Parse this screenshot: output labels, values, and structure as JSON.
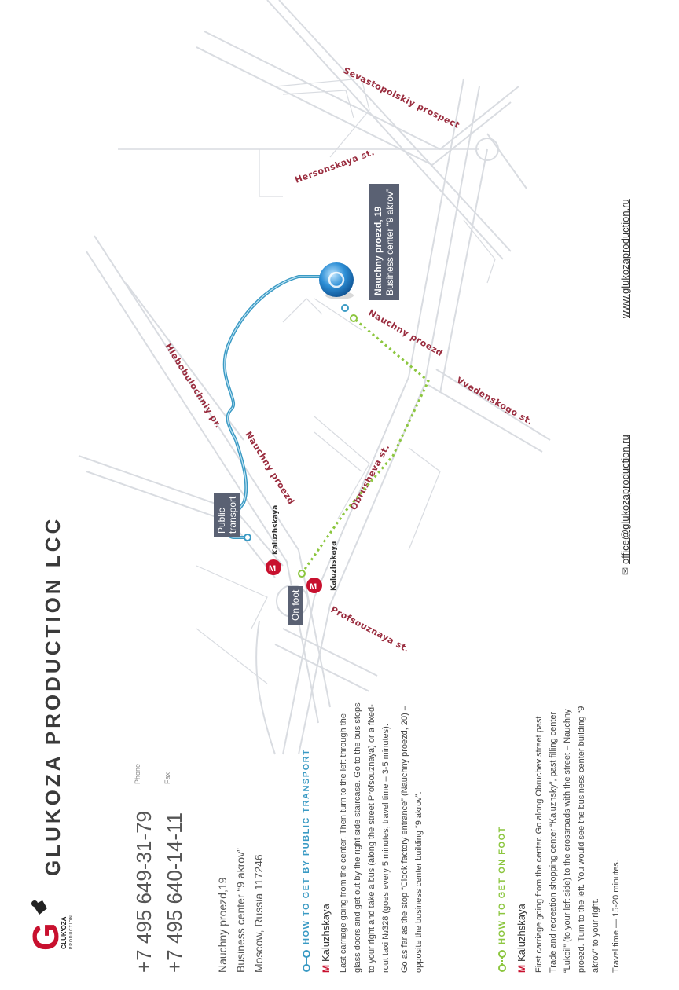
{
  "company": "GLUKOZA PRODUCTION LCC",
  "logo": {
    "big": "G",
    "sub": "GLUK'OZA",
    "sub2": "PRODUCTION"
  },
  "contacts": {
    "phone": "+7 495 649-31-79",
    "phone_label": "Phone",
    "fax": "+7 495 640-14-11",
    "fax_label": "Fax"
  },
  "address": {
    "line1": "Nauchny proezd,19",
    "line2": "Business center “9 akrov”",
    "line3": "Moscow, Russia 117246"
  },
  "map": {
    "streets": {
      "sevastopolskiy": "Sevastopolskiy prospect",
      "hersonskaya": "Hersonskaya st.",
      "hlebobulochniy": "Hlebobulochniy pr.",
      "nauchny1": "Nauchny proezd",
      "nauchny2": "Nauchny proezd",
      "vvedenskogo": "Vvedenskogo st.",
      "obrusheva": "Obrusheva st.",
      "profsouznaya": "Profsouznaya st."
    },
    "metro_label1": "Kaluzhskaya",
    "metro_label2": "Kaluzhskaya",
    "tag_public": [
      "Public",
      "transport"
    ],
    "tag_foot": "On foot",
    "destination_name": "Nauchny proezd, 19",
    "destination_center": "Business center “9 akrov”"
  },
  "public_transport": {
    "title": "HOW TO GET BY PUBLIC TRANSPORT",
    "metro": "Kaluzhskaya",
    "p1": "Last carriage going from the center. Then turn to the left through the glass doors and get out by the right side staircase. Go to the bus stops to your right and take a bus (along the street Profsouznaya) or a fixed-rout taxi №328 (goes every 5 minutes, travel time – 3-5 minutes).",
    "p2": "Go as far as the stop “Clock factory entrance” (Nauchny proezd, 20) – opposite the business center building “9 akrov”."
  },
  "on_foot": {
    "title": "HOW TO GET ON FOOT",
    "metro": "Kaluzhskaya",
    "p1": "First carriage going from the center. Go along Obruchev street past Trade and recreation shopping center “Kaluzhsky”, past filling center “Lukoil” (to your left side) to the crossroads with the street – Nauchny proezd. Turn to the left. You would see the business center building “9 akrov” to your right.",
    "p2": "Travel time — 15-20 minutes."
  },
  "links": {
    "email": "office@glukozaproduction.ru",
    "web": "www.glukozaproduction.ru"
  },
  "colors": {
    "accent_blue": "#3a9ac4",
    "accent_green": "#8cc63f",
    "street_red": "#9a2d3f",
    "metro_red": "#c8102e",
    "tag_bg": "#5a6173"
  }
}
